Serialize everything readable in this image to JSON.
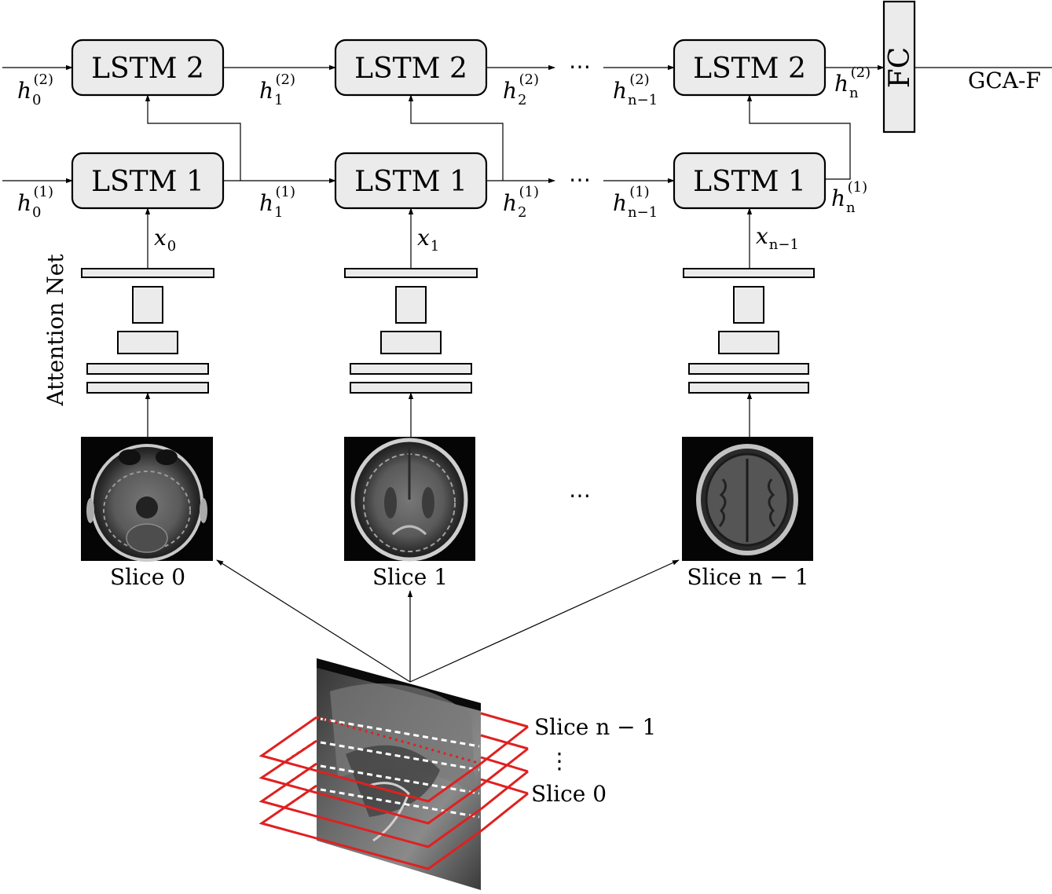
{
  "lstm1_label": "LSTM 1",
  "lstm2_label": "LSTM 2",
  "fc_label": "FC",
  "output_label": "GCA-F",
  "attention_label": "Attention Net",
  "ellipsis": "⋯",
  "vdots": "⋮",
  "columns": [
    {
      "slice_label": "Slice 0",
      "x_sym": "x",
      "x_sub": "0",
      "h1_sub": "1",
      "h2_sub": "1"
    },
    {
      "slice_label": "Slice 1",
      "x_sym": "x",
      "x_sub": "1",
      "h1_sub": "2",
      "h2_sub": "2"
    },
    {
      "slice_label": "Slice n − 1",
      "x_sym": "x",
      "x_sub": "n−1",
      "h1_sub": "n",
      "h2_sub": "n"
    }
  ],
  "hidden": {
    "sym": "h",
    "layer1_sup": "(1)",
    "layer2_sup": "(2)",
    "initial_sub": "0",
    "pre_last_sub": "n−1"
  },
  "stack_labels": {
    "top": "Slice n − 1",
    "bottom": "Slice 0"
  },
  "colors": {
    "box_fill": "#ebebeb",
    "slice_plane": "#e02020",
    "outline": "#000000"
  }
}
